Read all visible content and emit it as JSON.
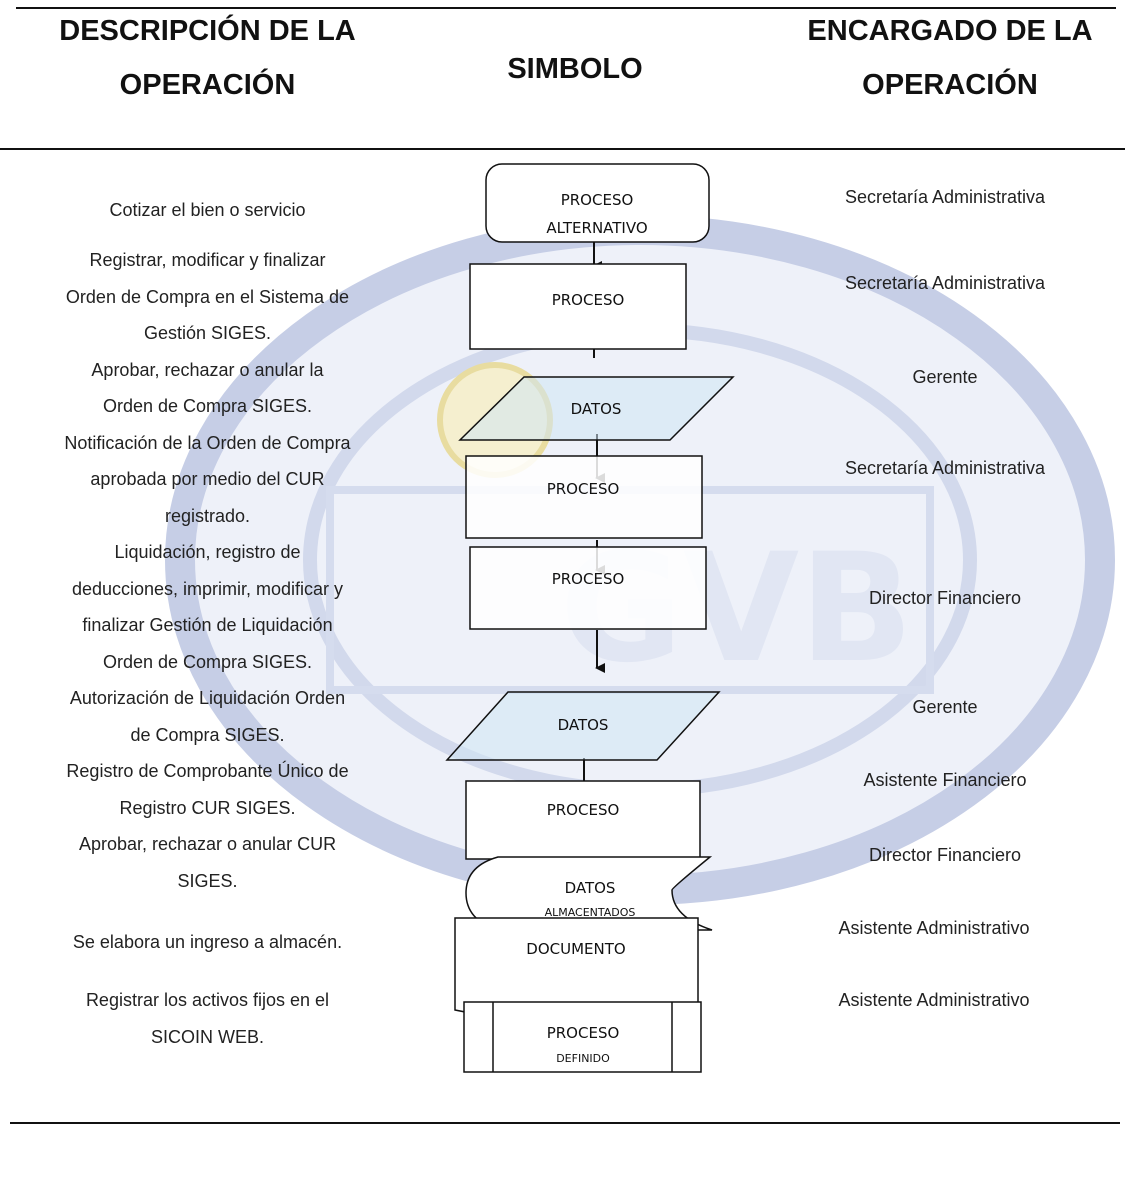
{
  "headers": {
    "description": [
      "DESCRIPCIÓN DE LA",
      "OPERACIÓN"
    ],
    "symbol": "SIMBOLO",
    "responsible": [
      "ENCARGADO DE LA",
      "OPERACIÓN"
    ]
  },
  "description_lines": [
    "Cotizar el bien o servicio",
    "Registrar, modificar y finalizar",
    "Orden de Compra en el Sistema de",
    "Gestión SIGES.",
    "Aprobar, rechazar o anular  la",
    "Orden de Compra SIGES.",
    "Notificación de la Orden de Compra",
    "aprobada por medio del CUR",
    "registrado.",
    "Liquidación, registro de",
    "deducciones, imprimir, modificar y",
    "finalizar Gestión de Liquidación",
    "Orden de Compra SIGES.",
    "Autorización de Liquidación Orden",
    "de Compra SIGES.",
    "Registro de Comprobante Único de",
    "Registro CUR SIGES.",
    "Aprobar, rechazar o anular CUR",
    "SIGES.",
    "Se elabora un ingreso a almacén.",
    "Registrar los activos fijos en el",
    "SICOIN WEB."
  ],
  "responsibles": [
    "Secretaría Administrativa",
    "Secretaría Administrativa",
    "Gerente",
    "Secretaría Administrativa",
    "Director Financiero",
    "Gerente",
    "Asistente Financiero",
    "Director Financiero",
    "Asistente Administrativo",
    "Asistente Administrativo"
  ],
  "symbols": {
    "alt_process": [
      "PROCESO",
      "ALTERNATIVO"
    ],
    "process": "PROCESO",
    "data": "DATOS",
    "stored_data": [
      "DATOS",
      "ALMACENTADOS"
    ],
    "document": "DOCUMENTO",
    "predefined": [
      "PROCESO",
      "DEFINIDO"
    ]
  },
  "colors": {
    "watermark_blue": "#b7c2de",
    "watermark_yellow": "#efe3a8",
    "data_fill": "#cfe6f4",
    "line": "#111111"
  }
}
